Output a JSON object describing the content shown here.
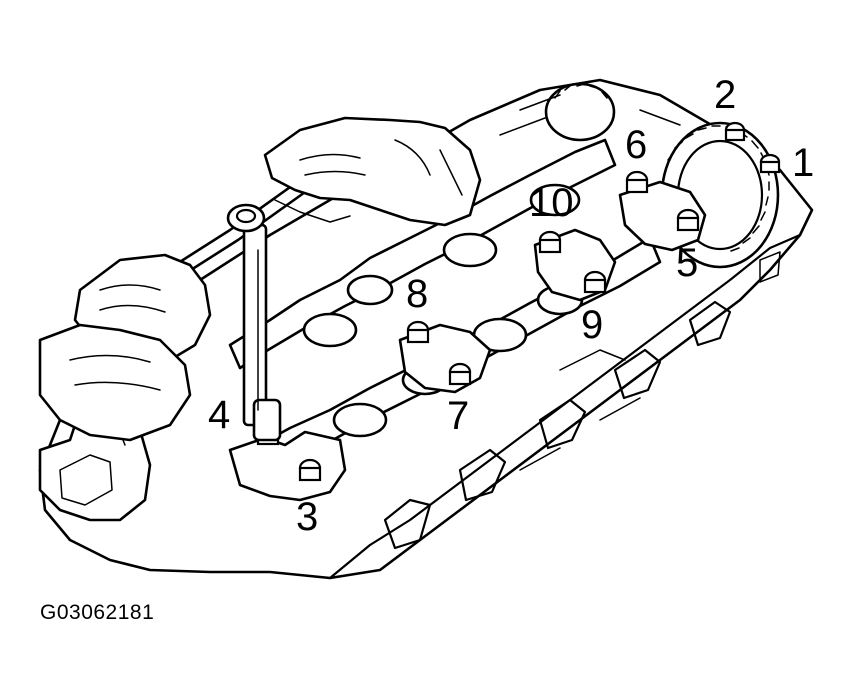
{
  "figure": {
    "callouts": [
      "1",
      "2",
      "3",
      "4",
      "5",
      "6",
      "7",
      "8",
      "9",
      "10"
    ],
    "figure_code": "G03062181"
  },
  "colors": {
    "line": "#000000",
    "background": "#ffffff"
  }
}
